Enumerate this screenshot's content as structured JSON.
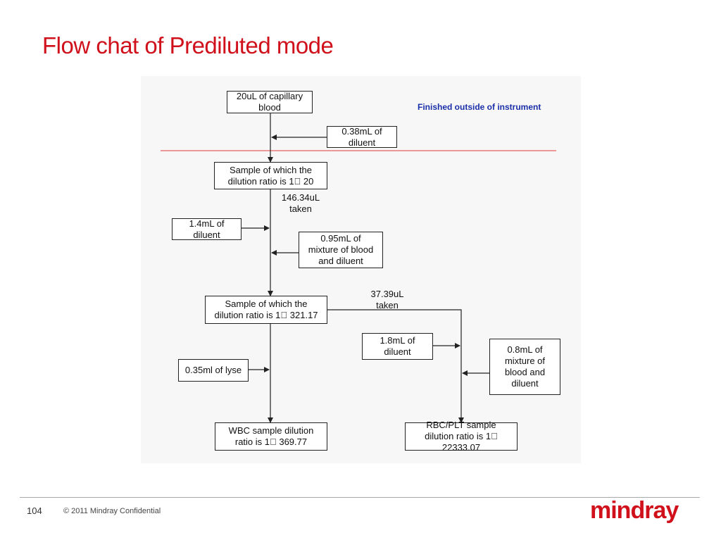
{
  "slide": {
    "title": "Flow chat of Prediluted mode",
    "page_number": "104",
    "copyright": "© 2011 Mindray Confidential",
    "logo_text": "mindray",
    "brand_color": "#d0101b"
  },
  "diagram": {
    "note": "Finished outside of instrument",
    "boxes": {
      "capillary_blood": "20uL of capillary\nblood",
      "diluent_038": "0.38mL of\ndiluent",
      "sample_1_20": "Sample of which the\ndilution ratio is 1\u0000 20",
      "diluent_14": "1.4mL of\ndiluent",
      "mixture_095": "0.95mL of\nmixture of blood\nand diluent",
      "sample_1_32117": "Sample of which the\ndilution ratio is 1\u0000 321.17",
      "lyse_035": "0.35ml of lyse",
      "wbc_sample": "WBC sample dilution\nratio is 1\u0000 369.77",
      "diluent_18": "1.8mL of\ndiluent",
      "mixture_08": "0.8mL of\nmixture of\nblood and\ndiluent",
      "rbc_plt_sample": "RBC/PLT sample\ndilution ratio is  1\u0000\n22333.07"
    },
    "labels": {
      "taken_14634": "146.34uL\ntaken",
      "taken_3739": "37.39uL\ntaken"
    }
  }
}
